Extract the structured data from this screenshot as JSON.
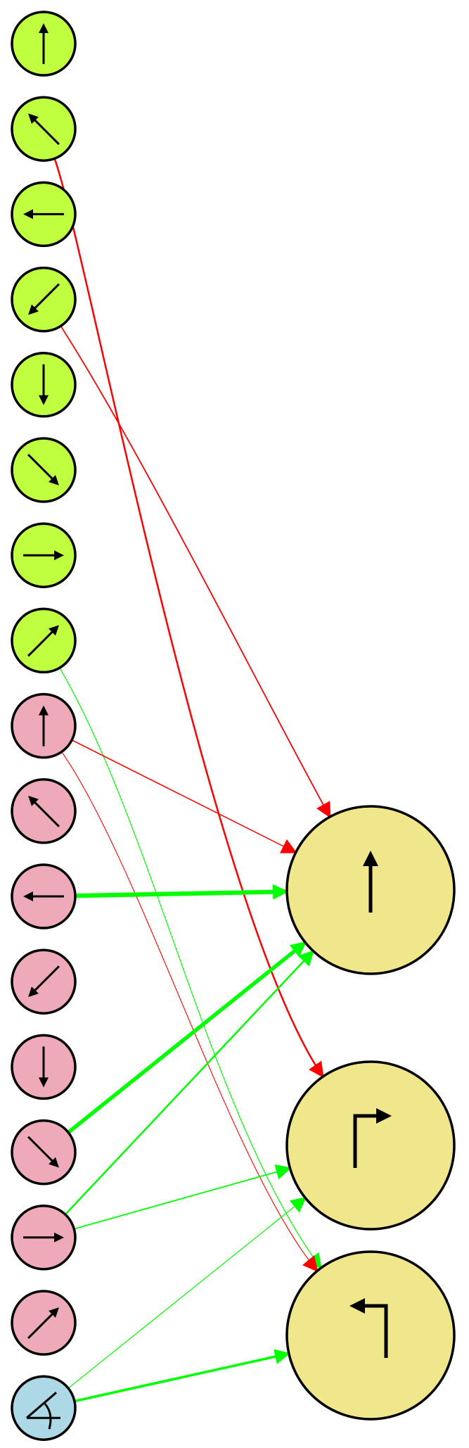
{
  "colors": {
    "input_green": "#c0ff40",
    "input_pink": "#eeaab8",
    "input_blue": "#add8e6",
    "output_yellow": "#f0e68c",
    "excitatory": "#00ff00",
    "inhibitory": "#ff0000",
    "outline": "#000000"
  },
  "inputs": [
    {
      "id": "g-up",
      "group": "green",
      "icon": "arrow-up-icon"
    },
    {
      "id": "g-upleft",
      "group": "green",
      "icon": "arrow-up-left-icon"
    },
    {
      "id": "g-left",
      "group": "green",
      "icon": "arrow-left-icon"
    },
    {
      "id": "g-downleft",
      "group": "green",
      "icon": "arrow-down-left-icon"
    },
    {
      "id": "g-down",
      "group": "green",
      "icon": "arrow-down-icon"
    },
    {
      "id": "g-downright",
      "group": "green",
      "icon": "arrow-down-right-icon"
    },
    {
      "id": "g-right",
      "group": "green",
      "icon": "arrow-right-icon"
    },
    {
      "id": "g-upright",
      "group": "green",
      "icon": "arrow-up-right-icon"
    },
    {
      "id": "p-up",
      "group": "pink",
      "icon": "arrow-up-icon"
    },
    {
      "id": "p-upleft",
      "group": "pink",
      "icon": "arrow-up-left-icon"
    },
    {
      "id": "p-left",
      "group": "pink",
      "icon": "arrow-left-icon"
    },
    {
      "id": "p-downleft",
      "group": "pink",
      "icon": "arrow-down-left-icon"
    },
    {
      "id": "p-down",
      "group": "pink",
      "icon": "arrow-down-icon"
    },
    {
      "id": "p-downright",
      "group": "pink",
      "icon": "arrow-down-right-icon"
    },
    {
      "id": "p-right",
      "group": "pink",
      "icon": "arrow-right-icon"
    },
    {
      "id": "p-upright",
      "group": "pink",
      "icon": "arrow-up-right-icon"
    },
    {
      "id": "b-angle",
      "group": "blue",
      "icon": "angle-icon"
    }
  ],
  "outputs": [
    {
      "id": "o-forward",
      "icon": "go-straight-icon"
    },
    {
      "id": "o-right",
      "icon": "turn-right-icon"
    },
    {
      "id": "o-left",
      "icon": "turn-left-icon"
    }
  ],
  "connections": [
    {
      "from": "g-upleft",
      "to": "o-right",
      "sign": "inhibitory",
      "weight": 2.5
    },
    {
      "from": "g-downleft",
      "to": "o-forward",
      "sign": "inhibitory",
      "weight": 1.8
    },
    {
      "from": "g-upright",
      "to": "o-left",
      "sign": "excitatory",
      "weight": 1.2
    },
    {
      "from": "p-up",
      "to": "o-forward",
      "sign": "inhibitory",
      "weight": 1.5
    },
    {
      "from": "p-up",
      "to": "o-left",
      "sign": "inhibitory",
      "weight": 1.1
    },
    {
      "from": "p-left",
      "to": "o-forward",
      "sign": "excitatory",
      "weight": 6.2
    },
    {
      "from": "p-downright",
      "to": "o-forward",
      "sign": "excitatory",
      "weight": 5.5
    },
    {
      "from": "p-right",
      "to": "o-forward",
      "sign": "excitatory",
      "weight": 2.5
    },
    {
      "from": "p-right",
      "to": "o-right",
      "sign": "excitatory",
      "weight": 1.8
    },
    {
      "from": "b-angle",
      "to": "o-right",
      "sign": "excitatory",
      "weight": 1.2
    },
    {
      "from": "b-angle",
      "to": "o-left",
      "sign": "excitatory",
      "weight": 3.6
    }
  ]
}
